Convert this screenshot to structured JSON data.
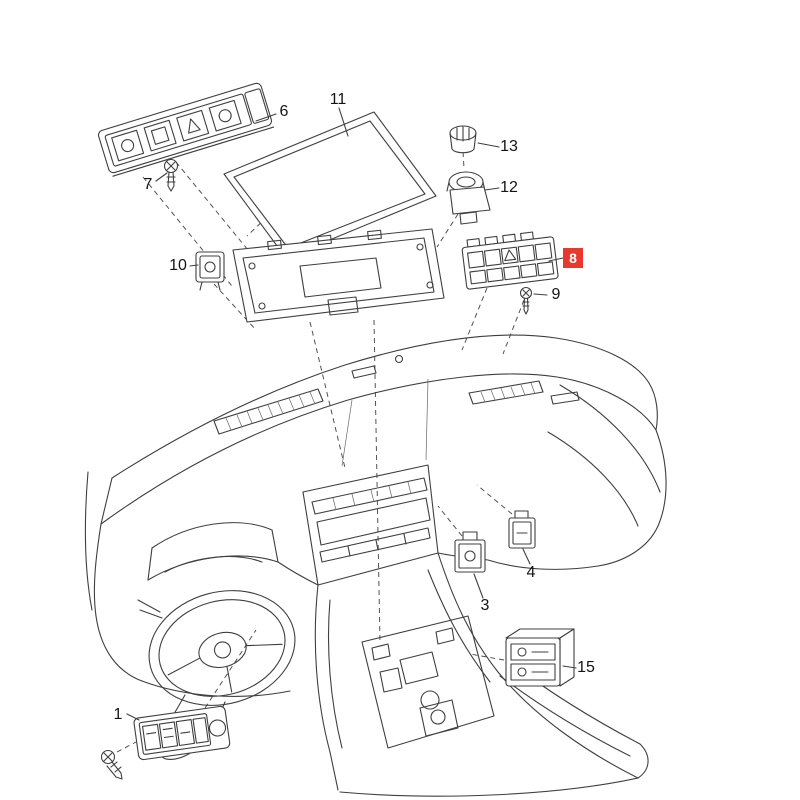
{
  "diagram": {
    "type": "exploded-parts-diagram",
    "subject": "car-dashboard-switch-assembly",
    "background_color": "#ffffff",
    "line_color": "#3f3f3f",
    "highlight_color": "#e8392f",
    "highlighted_callout": "8",
    "callouts": [
      {
        "label": "1"
      },
      {
        "label": "3"
      },
      {
        "label": "4"
      },
      {
        "label": "6"
      },
      {
        "label": "7"
      },
      {
        "label": "8",
        "highlighted": true
      },
      {
        "label": "9"
      },
      {
        "label": "10"
      },
      {
        "label": "11"
      },
      {
        "label": "12"
      },
      {
        "label": "13"
      },
      {
        "label": "15"
      }
    ]
  }
}
